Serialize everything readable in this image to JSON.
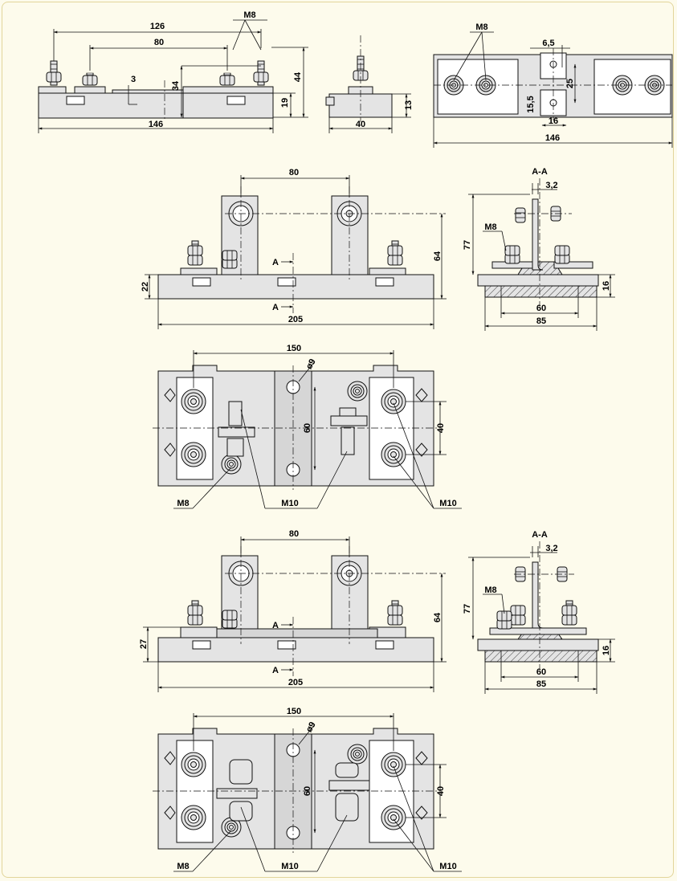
{
  "colors": {
    "background": "#fdfbec",
    "frame": "#e2d59a",
    "metal": "#e4e4e4",
    "ink": "#111111"
  },
  "view_top": {
    "front": {
      "d126": "126",
      "d80": "80",
      "thread": "M8",
      "d3": "3",
      "d34": "34",
      "d44": "44",
      "d19": "19",
      "d146": "146"
    },
    "side": {
      "d13": "13",
      "d40": "40"
    },
    "plan": {
      "thread": "M8",
      "d6_5": "6,5",
      "d25": "25",
      "d15_5": "15,5",
      "d16": "16",
      "d146": "146"
    }
  },
  "view_mid": {
    "front": {
      "d80": "80",
      "d64": "64",
      "d22": "22",
      "sectionA_top": "A",
      "sectionA_bottom": "A",
      "d205": "205"
    },
    "section": {
      "title": "A-A",
      "d3_2": "3,2",
      "d77": "77",
      "thread": "M8",
      "d16": "16",
      "d60": "60",
      "d85": "85"
    },
    "plan": {
      "d150": "150",
      "dia9": "ø9",
      "d60": "60",
      "d40": "40",
      "callout_m8": "M8",
      "callout_m10_center": "M10",
      "callout_m10_right": "M10"
    }
  },
  "view_low": {
    "front": {
      "d80": "80",
      "d64": "64",
      "d27": "27",
      "sectionA_top": "A",
      "sectionA_bottom": "A",
      "d205": "205"
    },
    "section": {
      "title": "A-A",
      "d3_2": "3,2",
      "d77": "77",
      "thread": "M8",
      "d16": "16",
      "d60": "60",
      "d85": "85"
    },
    "plan": {
      "d150": "150",
      "dia9": "ø9",
      "d60": "60",
      "d40": "40",
      "callout_m8": "M8",
      "callout_m10_center": "M10",
      "callout_m10_right": "M10"
    }
  }
}
